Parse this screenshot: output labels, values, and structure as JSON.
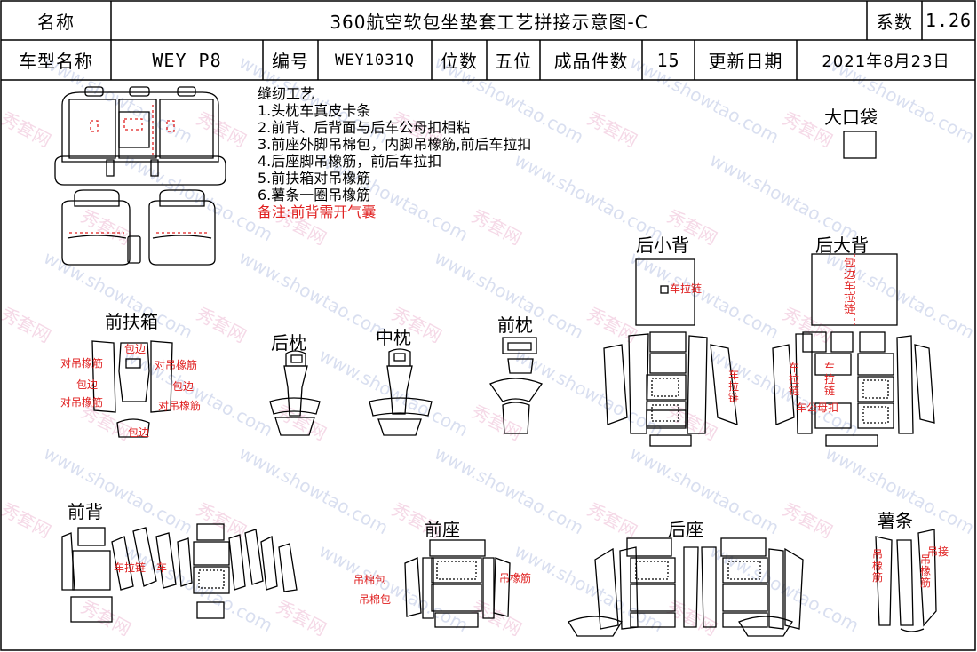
{
  "header": {
    "name_label": "名称",
    "title": "360航空软包坐垫套工艺拼接示意图-C",
    "coef_label": "系数",
    "coef_value": "1.26",
    "model_label": "车型名称",
    "model_value": "WEY P8",
    "code_label": "编号",
    "code_value": "WEY1031Q",
    "seats_label": "位数",
    "seats_value": "五位",
    "pieces_label": "成品件数",
    "pieces_value": "15",
    "date_label": "更新日期",
    "date_value": "2021年8月23日"
  },
  "notes": {
    "heading": "缝纫工艺",
    "items": [
      "1.头枕车真皮卡条",
      "2.前背、后背面与后车公母扣相粘",
      "3.前座外脚吊棉包，内脚吊橡筋,前后车拉扣",
      "4.后座脚吊橡筋，前后车拉扣",
      "5.前扶箱对吊橡筋",
      "6.薯条一圈吊橡筋"
    ],
    "remark": "备注:前背需开气囊"
  },
  "sections": {
    "big_pocket": "大口袋",
    "rear_small_back": "后小背",
    "rear_big_back": "后大背",
    "front_armrest": "前扶箱",
    "rear_headrest": "后枕",
    "mid_headrest": "中枕",
    "front_headrest": "前枕",
    "front_back": "前背",
    "front_seat": "前座",
    "rear_seat": "后座",
    "fries": "薯条"
  },
  "annotations": {
    "baobian": "包边",
    "duidiao": "对吊橡筋",
    "chelalian": "车拉链",
    "biancheliangian": "包边车拉链",
    "chegongmukou": "车公母扣",
    "diaomianbao": "吊棉包",
    "diaoxiangjin": "吊橡筋",
    "diaojie": "吊接",
    "che": "车"
  },
  "watermark": {
    "site": "www.showtao.com",
    "brand": "秀套网"
  },
  "colors": {
    "line": "#000000",
    "note_red": "#e02020",
    "watermark_blue": "#7c8cc8",
    "watermark_pink": "#dc78aa"
  }
}
